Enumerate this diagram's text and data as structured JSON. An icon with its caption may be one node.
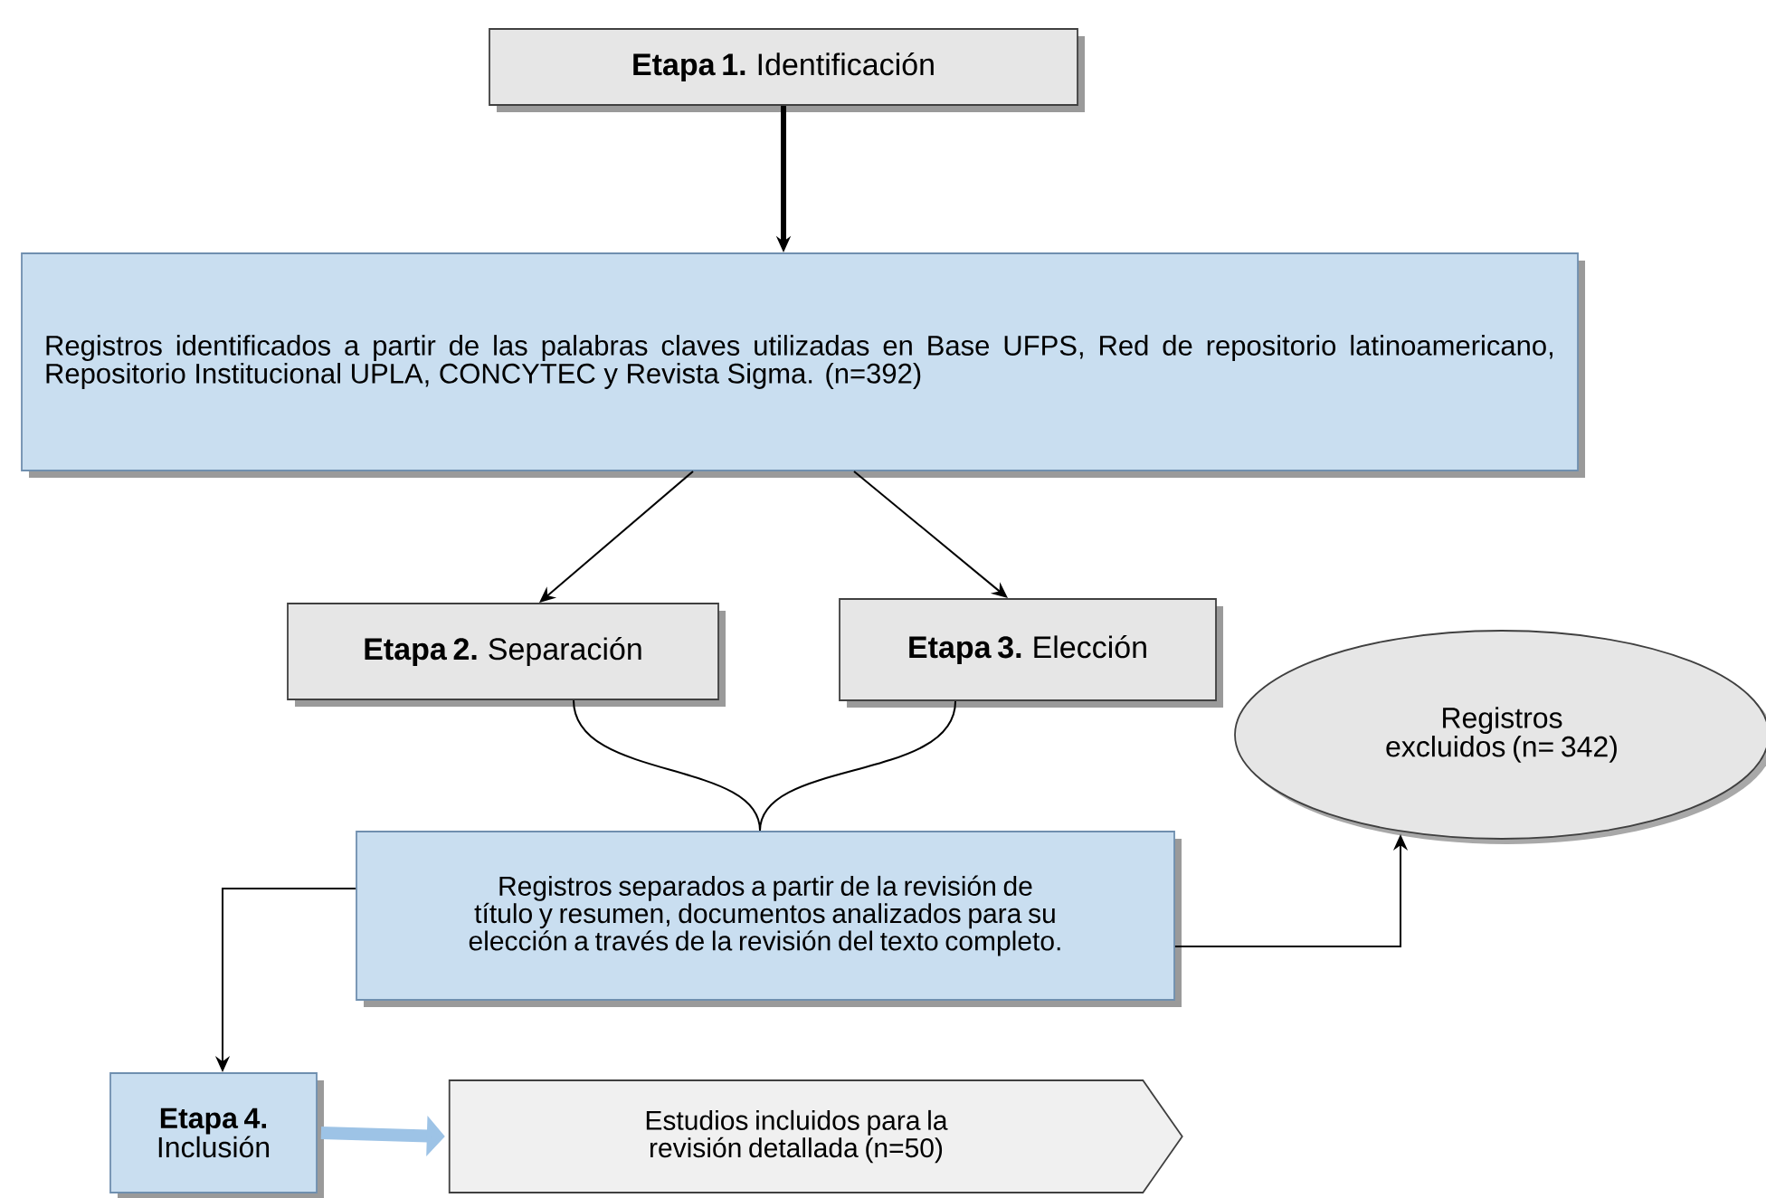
{
  "diagram": {
    "nodes": [
      {
        "text": [
          "**Etapa 1.** Identificación"
        ]
      },
      {
        "text": [
          "Registros identificados a partir de las palabras claves utilizadas en Base UFPS, Red de repositorio latinoamericano, Repositorio Institucional UPLA, CONCYTEC y Revista Sigma. (n=392)"
        ]
      },
      {
        "text": [
          "**Etapa 2.** Separación"
        ]
      },
      {
        "text": [
          "**Etapa 3.** Elección"
        ]
      },
      {
        "text": [
          "Registros excluidos (n= 342)"
        ]
      },
      {
        "text": [
          "Registros separados a partir de la revisión de título y resumen, documentos analizados para su elección a través de la revisión del texto completo."
        ]
      },
      {
        "text": [
          "**Etapa 4.** Inclusión"
        ]
      },
      {
        "text": [
          "Estudios incluidos para la revisión detallada (n=50)"
        ]
      }
    ],
    "edges": [
      {
        "from": 0,
        "to": 1,
        "arrow": "to",
        "style": "thick"
      },
      {
        "from": 1,
        "to": 2,
        "arrow": "to"
      },
      {
        "from": 1,
        "to": 3,
        "arrow": "to"
      },
      {
        "from": 2,
        "to": 5,
        "arrow": "none"
      },
      {
        "from": 3,
        "to": 5,
        "arrow": "none"
      },
      {
        "from": 5,
        "to": 4,
        "arrow": "to"
      },
      {
        "from": 5,
        "to": 6,
        "arrow": "to"
      },
      {
        "from": 6,
        "to": 7,
        "arrow": "to",
        "style": "thick",
        "color": "#9dc3e6"
      }
    ]
  }
}
